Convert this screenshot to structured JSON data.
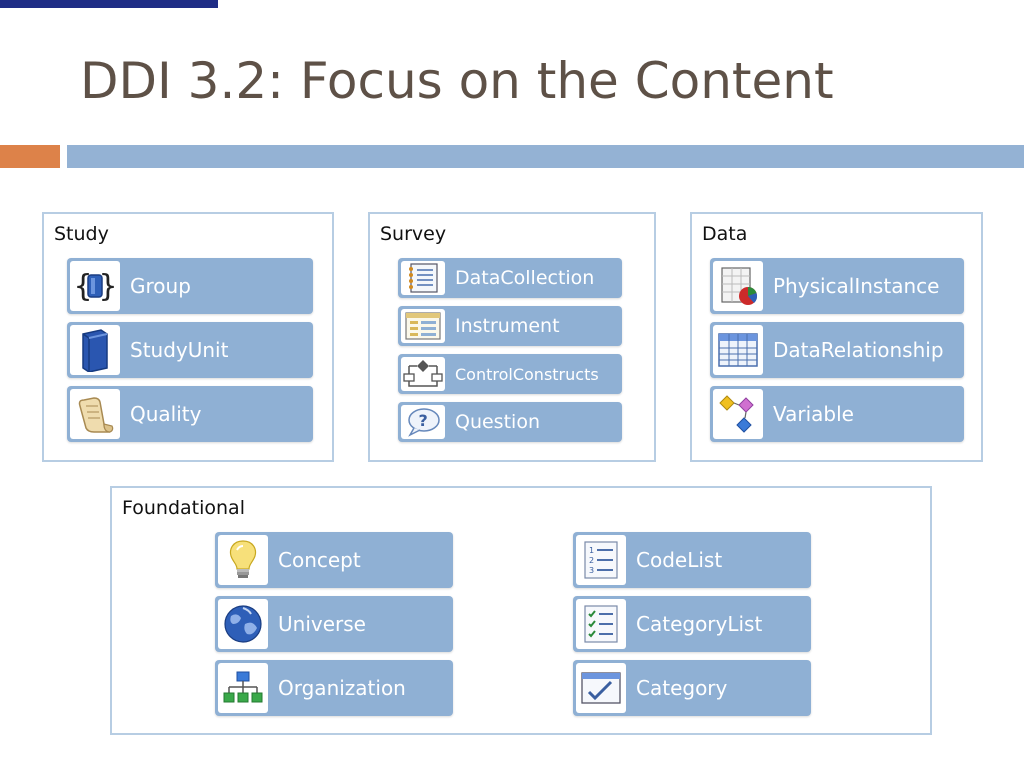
{
  "slide": {
    "title": "DDI 3.2: Focus on the Content"
  },
  "panels": {
    "study": {
      "title": "Study",
      "items": [
        {
          "label": "Group",
          "icon": "braces-icon"
        },
        {
          "label": "StudyUnit",
          "icon": "book-icon"
        },
        {
          "label": "Quality",
          "icon": "scroll-icon"
        }
      ]
    },
    "survey": {
      "title": "Survey",
      "items": [
        {
          "label": "DataCollection",
          "icon": "notebook-icon"
        },
        {
          "label": "Instrument",
          "icon": "form-icon"
        },
        {
          "label": "ControlConstructs",
          "icon": "flowchart-icon"
        },
        {
          "label": "Question",
          "icon": "question-bubble-icon"
        }
      ]
    },
    "data": {
      "title": "Data",
      "items": [
        {
          "label": "PhysicalInstance",
          "icon": "spreadsheet-chart-icon"
        },
        {
          "label": "DataRelationship",
          "icon": "table-icon"
        },
        {
          "label": "Variable",
          "icon": "diamonds-icon"
        }
      ]
    },
    "foundational": {
      "title": "Foundational",
      "items": [
        {
          "label": "Concept",
          "icon": "lightbulb-icon"
        },
        {
          "label": "Universe",
          "icon": "globe-icon"
        },
        {
          "label": "Organization",
          "icon": "org-chart-icon"
        },
        {
          "label": "CodeList",
          "icon": "numbered-list-icon"
        },
        {
          "label": "CategoryList",
          "icon": "checklist-icon"
        },
        {
          "label": "Category",
          "icon": "checked-window-icon"
        }
      ]
    }
  },
  "colors": {
    "title": "#5e5147",
    "accent_orange": "#dd8249",
    "accent_blue": "#94b2d4",
    "item_fill": "#8fb0d4",
    "panel_border": "#b7cde3",
    "top_accent": "#1f2d86"
  }
}
